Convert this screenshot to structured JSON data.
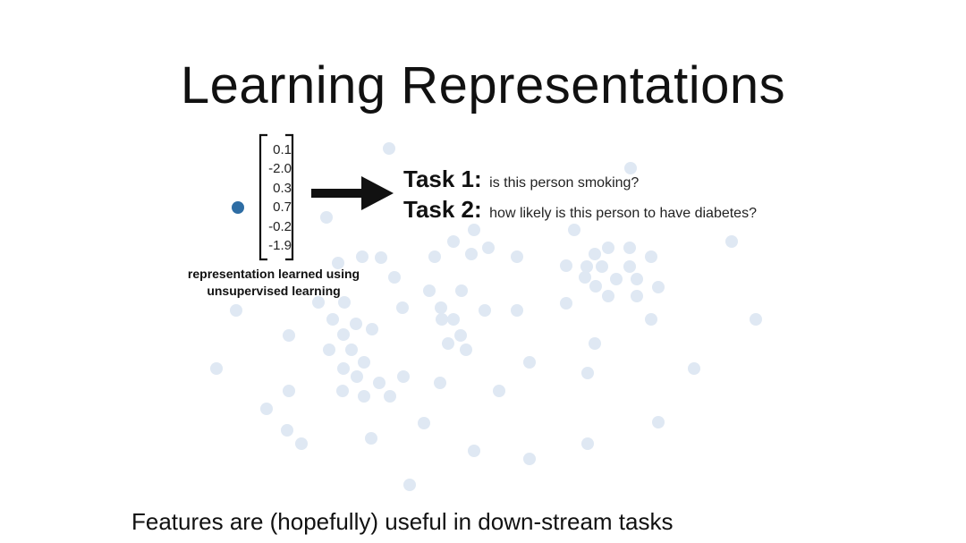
{
  "slide": {
    "title": "Learning Representations",
    "vector": {
      "values": [
        "0.1",
        "-2.0",
        "0.3",
        "0.7",
        "-0.2",
        "-1.9"
      ],
      "caption_line1": "representation learned using",
      "caption_line2": "unsupervised learning"
    },
    "tasks": [
      {
        "label": "Task 1:",
        "description": "is this person smoking?"
      },
      {
        "label": "Task 2:",
        "description": "how likely is this person to have diabetes?"
      }
    ],
    "footer": "Features are (hopefully) useful in down-stream tasks"
  },
  "colors": {
    "highlight_dot": "#2e6da4",
    "background_dots": "#dfe8f3",
    "text": "#111111"
  },
  "icons": {
    "arrow": "right-arrow-icon",
    "bracket": "matrix-bracket-icon"
  }
}
